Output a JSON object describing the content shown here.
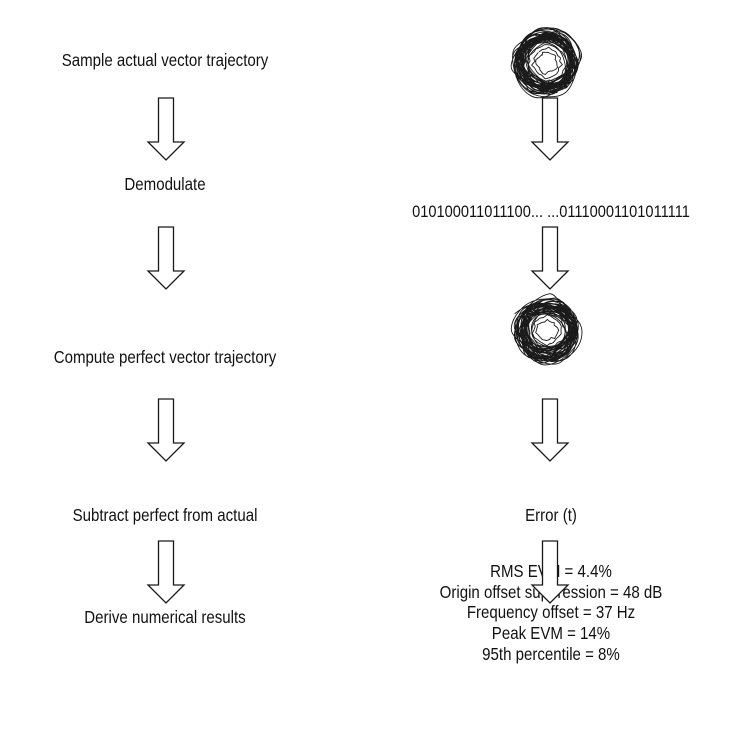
{
  "steps": {
    "sample": "Sample actual vector trajectory",
    "demodulate": "Demodulate",
    "compute": "Compute perfect vector trajectory",
    "subtract": "Subtract perfect from actual",
    "derive": "Derive numerical results"
  },
  "outputs": {
    "bitstream": "010100011011100...  ...01110001101011111",
    "error": "Error (t)"
  },
  "results": [
    "RMS EVM = 4.4%",
    "Origin offset suppression = 48 dB",
    "Frequency offset = 37 Hz",
    "Peak EVM = 14%",
    "95th percentile = 8%"
  ],
  "icons": {
    "arrow": "hollow-down-arrow-icon",
    "trajectory": "vector-trajectory-scribble-icon"
  }
}
